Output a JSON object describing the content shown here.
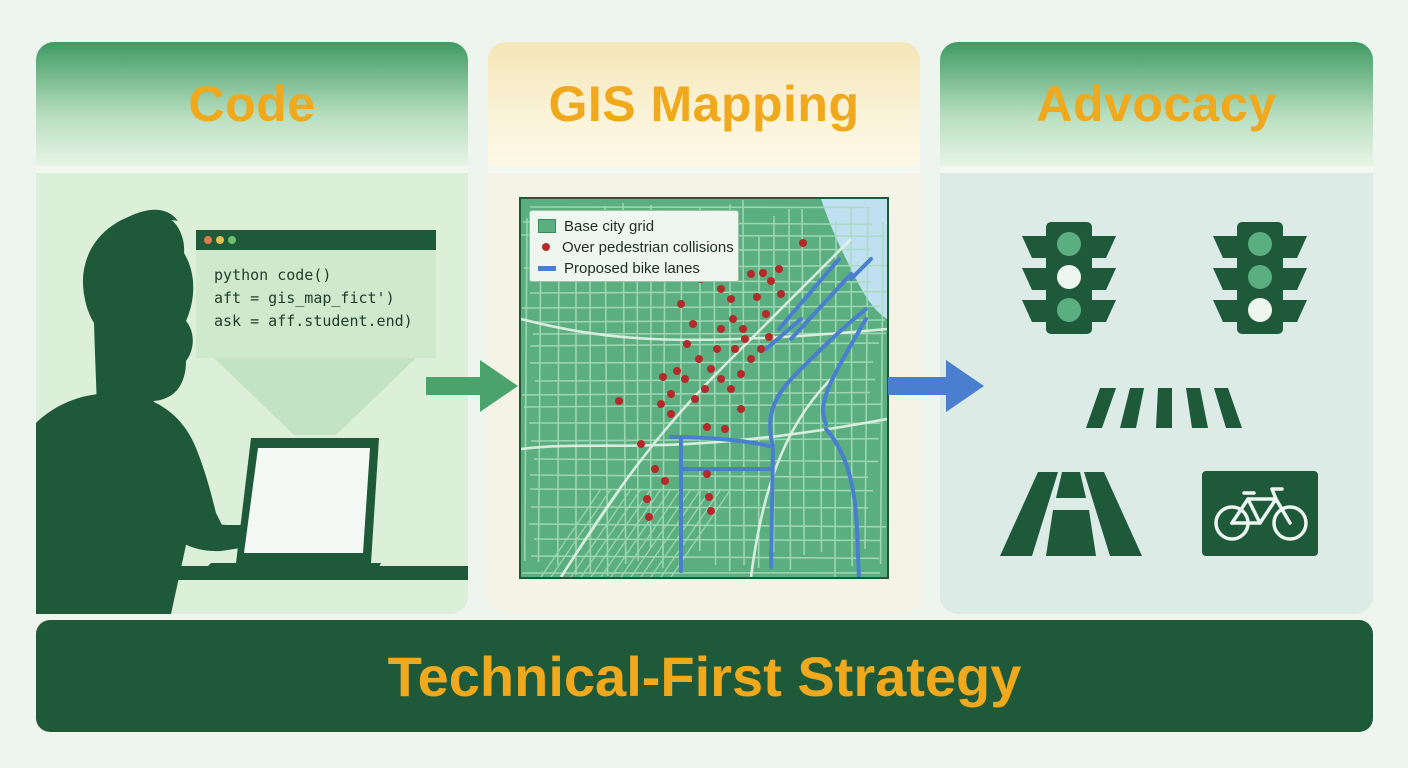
{
  "panels": {
    "code": {
      "title": "Code"
    },
    "gis": {
      "title": "GIS Mapping"
    },
    "advocacy": {
      "title": "Advocacy"
    }
  },
  "editor": {
    "lines": [
      "python code()",
      "aft = gis_map_fict')",
      "ask = aff.student.end)"
    ]
  },
  "legend": {
    "items": [
      "Base city grid",
      "Over pedestrian collisions",
      "Proposed bike lanes"
    ]
  },
  "icons": {
    "code": [
      "person-silhouette-icon",
      "laptop-icon",
      "code-window-icon"
    ],
    "advocacy": [
      "traffic-light-icon",
      "traffic-light-icon",
      "crosswalk-icon",
      "road-icon",
      "bicycle-sign-icon"
    ]
  },
  "footer": {
    "title": "Technical-First Strategy"
  },
  "colors": {
    "dark_green": "#1e5a3a",
    "accent_orange": "#f0a81c",
    "map_green": "#5bae7f",
    "collision_red": "#b42a2a",
    "bike_lane_blue": "#4a7fd0",
    "arrow_green": "#4aa36b"
  }
}
